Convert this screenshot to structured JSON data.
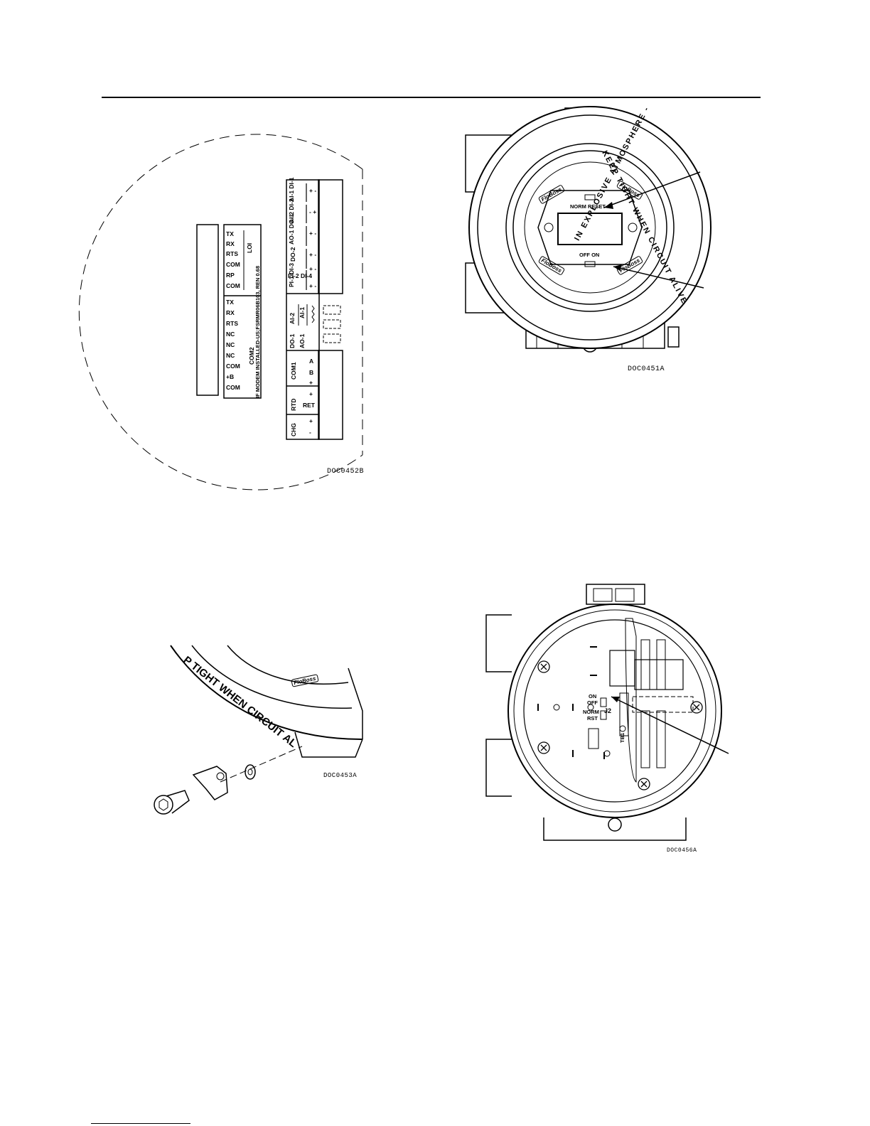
{
  "figure_terminal": {
    "tag": "DOC0452B",
    "com_labels": [
      "TX",
      "RX",
      "RTS",
      "COM",
      "RP",
      "COM",
      "TX",
      "RX",
      "RTS",
      "NC",
      "NC",
      "NC",
      "COM",
      "+B",
      "COM"
    ],
    "loi_label": "LOI",
    "com2_label": "COM2",
    "modem_note": "IF MODEM INSTALLED-US;FSRMR06B103, REN 0.68",
    "right_labels": [
      {
        "name": "AI-1 DI-1",
        "sign": "+ -"
      },
      {
        "name": "AI-2 DI-2",
        "sign": "- +"
      },
      {
        "name": "AO-1 DO-1",
        "sign": "+ -"
      },
      {
        "name": "DO-2",
        "sign": "+ -"
      },
      {
        "name": "PI-1 DI-3",
        "sign": "+ -"
      },
      {
        "name": "PI-2 DI-4",
        "sign": "+ -"
      }
    ],
    "jumper_labels": [
      "AI-2",
      "AI-1",
      "DO-1",
      "AO-1"
    ],
    "com1_label": "COM1",
    "com1_ab": [
      "A",
      "B"
    ],
    "rtd_label": "RTD",
    "rtd_signs": [
      "+",
      "+",
      "RET"
    ],
    "chg_label": "CHG",
    "chg_signs": [
      "+",
      "-"
    ]
  },
  "figure_front": {
    "tag": "DOC0451A",
    "ring_top": "IN EXPLOSIVE ATMOSPHERE -",
    "ring_right": "KEEP TIGHT WHEN CIRCUIT ALIVE",
    "brand": "FloBoss",
    "norm_reset": "NORM RESET",
    "off_on": "OFF ON"
  },
  "figure_lock": {
    "tag": "DOC0453A",
    "ring_text": "P TIGHT WHEN CIRCUIT AL",
    "brand": "FloBoss"
  },
  "figure_board": {
    "tag": "DOC0456A",
    "switch_labels": [
      "ON",
      "OFF",
      "NORM",
      "RST"
    ],
    "j2": "J2",
    "tb1": "TB1"
  }
}
